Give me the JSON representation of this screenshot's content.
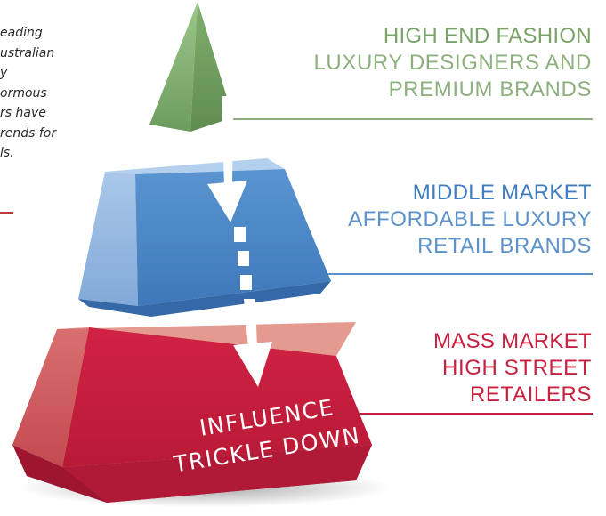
{
  "intro": {
    "lines": [
      "eading",
      "ustralian",
      "y",
      "ormous",
      "rs have",
      "rends for",
      "ls."
    ]
  },
  "tiers": {
    "top": {
      "heading": "HIGH END FASHION",
      "sub_lines": [
        "LUXURY DESIGNERS AND",
        "PREMIUM BRANDS"
      ]
    },
    "middle": {
      "heading": "MIDDLE MARKET",
      "sub_lines": [
        "AFFORDABLE LUXURY",
        "RETAIL BRANDS"
      ]
    },
    "bottom": {
      "heading": "MASS MARKET",
      "sub_lines": [
        "HIGH STREET",
        "RETAILERS"
      ]
    }
  },
  "base_text": {
    "line1": "INFLUENCE",
    "line2": "TRICKLE DOWN"
  },
  "colors": {
    "green": "#7aa36a",
    "blue": "#3f7dc0",
    "red": "#c8203f",
    "arrow": "#ffffff"
  }
}
